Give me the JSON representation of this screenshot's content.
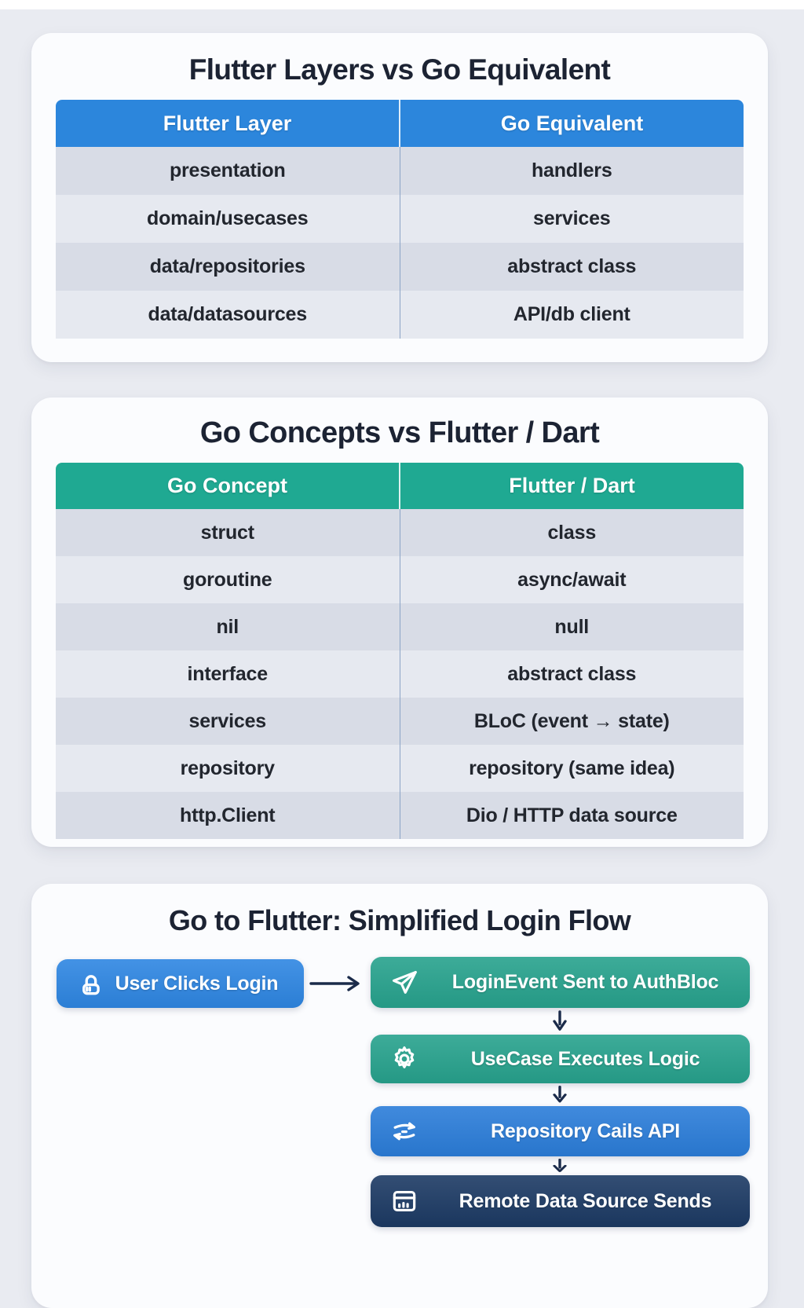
{
  "page": {
    "background": "#e9ebf1",
    "top_strip_color": "#ffffff"
  },
  "colors": {
    "card_bg": "#fbfcfe",
    "title_text": "#1c2333",
    "cell_text": "#22262e",
    "row_dark": "#d8dce6",
    "row_light": "#e6e9f0",
    "divider": "#8ba4c6",
    "arrow": "#1b2b4a",
    "table1_header": "#2c86dc",
    "table2_header": "#1fa992"
  },
  "table_card_1": {
    "title": "Flutter Layers vs Go Equivalent",
    "header_color": "#2c86dc",
    "columns": [
      "Flutter Layer",
      "Go Equivalent"
    ],
    "rows": [
      [
        "presentation",
        "handlers"
      ],
      [
        "domain/usecases",
        "services"
      ],
      [
        "data/repositories",
        "abstract class"
      ],
      [
        "data/datasources",
        "API/db client"
      ]
    ]
  },
  "table_card_2": {
    "title": "Go Concepts vs Flutter / Dart",
    "header_color": "#1fa992",
    "columns": [
      "Go Concept",
      "Flutter / Dart"
    ],
    "rows": [
      [
        "struct",
        "class"
      ],
      [
        "goroutine",
        "async/await"
      ],
      [
        "nil",
        "null"
      ],
      [
        "interface",
        "abstract class"
      ],
      [
        "services",
        "BLoC (event → state)"
      ],
      [
        "repository",
        "repository (same idea)"
      ],
      [
        "http.Client",
        "Dio / HTTP data source"
      ]
    ]
  },
  "flow_card": {
    "title": "Go to Flutter: Simplified Login Flow",
    "start": {
      "label": "User Clicks Login",
      "color": "#2e86e2",
      "icon": "user-click-icon"
    },
    "steps": [
      {
        "label": "LoginEvent Sent to AuthBloc",
        "color": "#27a28d",
        "icon": "paper-plane-icon"
      },
      {
        "label": "UseCase Executes Logic",
        "color": "#27a28d",
        "icon": "gear-icon"
      },
      {
        "label": "Repository Cails API",
        "color": "#2b7dd9",
        "icon": "sync-arrows-icon"
      },
      {
        "label": "Remote Data Source Sends",
        "color": "#1c3a64",
        "icon": "browser-window-icon"
      }
    ]
  }
}
